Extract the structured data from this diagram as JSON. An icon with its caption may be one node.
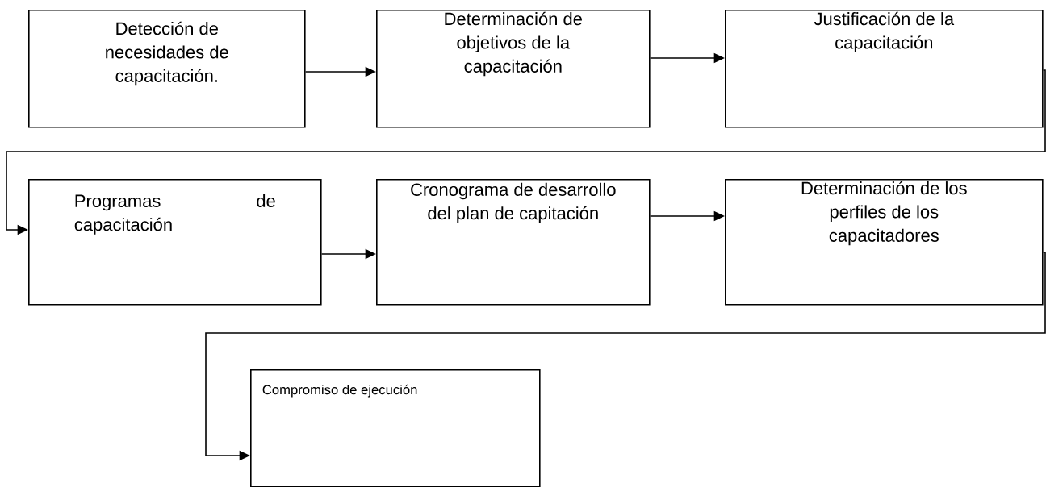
{
  "diagram": {
    "nodes": [
      {
        "text": [
          "Detección de necesidades de capacitación."
        ]
      },
      {
        "text": [
          "Determinación de objetivos de la capacitación"
        ]
      },
      {
        "text": [
          "Justificación de la capacitación"
        ]
      },
      {
        "text": [
          "Programas de capacitación"
        ]
      },
      {
        "text": [
          "Cronograma de desarrollo del plan de capitación"
        ]
      },
      {
        "text": [
          "Determinación de los perfiles de los capacitadores"
        ]
      },
      {
        "text": [
          "Compromiso de ejecución"
        ]
      }
    ],
    "edges": [
      {
        "from": 0,
        "to": 1,
        "arrow": "to"
      },
      {
        "from": 1,
        "to": 2,
        "arrow": "to"
      },
      {
        "from": 2,
        "to": 3,
        "arrow": "to"
      },
      {
        "from": 3,
        "to": 4,
        "arrow": "to"
      },
      {
        "from": 4,
        "to": 5,
        "arrow": "to"
      },
      {
        "from": 5,
        "to": 6,
        "arrow": "to"
      }
    ]
  }
}
